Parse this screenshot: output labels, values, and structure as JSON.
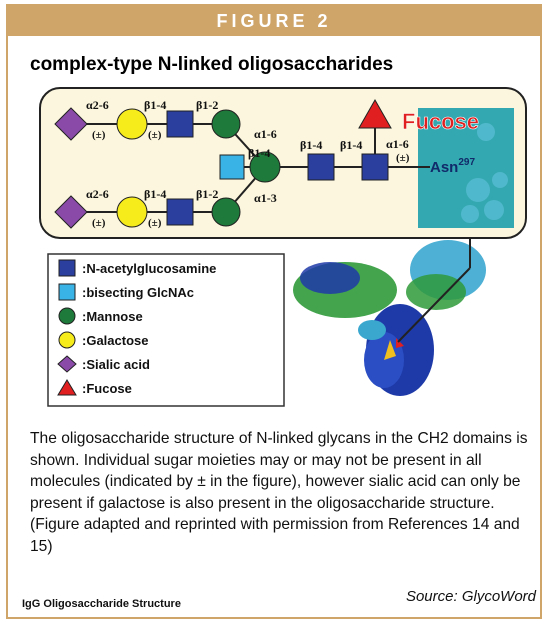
{
  "figure_label": "FIGURE 2",
  "subtitle": "complex-type N-linked oligosaccharides",
  "diagram": {
    "linkages": {
      "a26_top": "α2-6",
      "b14_top": "β1-4",
      "b12_top": "β1-2",
      "a16_branch": "α1-6",
      "b14_bisect": "β1-4",
      "a13_branch": "α1-3",
      "b14_core1": "β1-4",
      "b14_core2": "β1-4",
      "a16_fucose": "α1-6",
      "a26_bottom": "α2-6",
      "b14_bottom": "β1-4",
      "b12_bottom": "β1-2"
    },
    "pm": {
      "top_sialic": "(±)",
      "top_gal": "(±)",
      "bottom_sialic": "(±)",
      "bottom_gal": "(±)",
      "fucose": "(±)"
    },
    "fucose_label": "Fucose",
    "asn_label": "Asn",
    "asn_sup": "297"
  },
  "legend": [
    {
      "symbol": "blue-square",
      "label": ":N-acetylglucosamine",
      "color": "#2b3f9e"
    },
    {
      "symbol": "lightblue-square",
      "label": ":bisecting GlcNAc",
      "color": "#39b3e6"
    },
    {
      "symbol": "green-circle",
      "label": ":Mannose",
      "color": "#1d7a3a"
    },
    {
      "symbol": "yellow-circle",
      "label": ":Galactose",
      "color": "#f7ec1b"
    },
    {
      "symbol": "purple-diamond",
      "label": ":Sialic acid",
      "color": "#8a4aa8"
    },
    {
      "symbol": "red-triangle",
      "label": ":Fucose",
      "color": "#e02020"
    }
  ],
  "caption": "The oligosaccharide structure of N-linked glycans in the CH2 domains is shown. Individual sugar moieties may or may not be present in all molecules (indicated by ± in the figure), however sialic acid can only be present if galactose is also present in the oligosaccharide structure. (Figure adapted and reprinted with permission from References 14 and 15)",
  "credit": "IgG Oligosaccharide Structure",
  "source": "Source: GlycoWord"
}
